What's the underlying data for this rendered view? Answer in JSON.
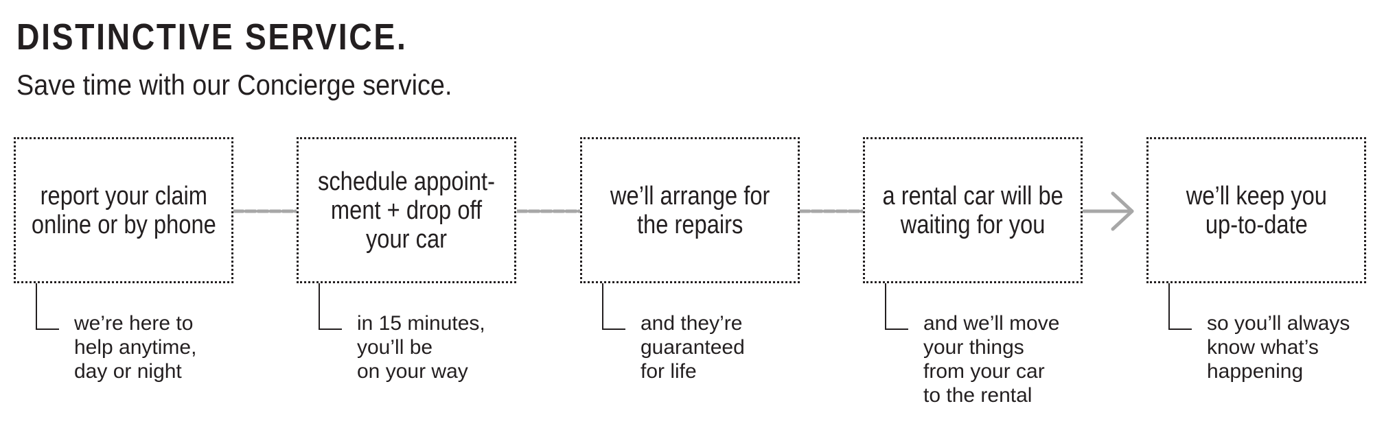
{
  "header": {
    "title": "DISTINCTIVE SERVICE.",
    "subtitle": "Save time with our Concierge service."
  },
  "steps": [
    {
      "label": "report your claim\nonline or by phone",
      "note": "we’re here to\nhelp anytime,\nday or night"
    },
    {
      "label": "schedule appoint-\nment + drop off\nyour car",
      "note": "in 15 minutes,\nyou’ll be\non your way"
    },
    {
      "label": "we’ll arrange for\nthe repairs",
      "note": "and they’re\nguaranteed\nfor life"
    },
    {
      "label": "a rental car will be\nwaiting for you",
      "note": "and we’ll move\nyour things\nfrom your car\nto the rental"
    },
    {
      "label": "we’ll keep you\nup-to-date",
      "note": "so you’ll always\nknow what’s\nhappening"
    }
  ],
  "colors": {
    "text": "#231f20",
    "connector": "#a7a7a7",
    "background": "#ffffff"
  }
}
